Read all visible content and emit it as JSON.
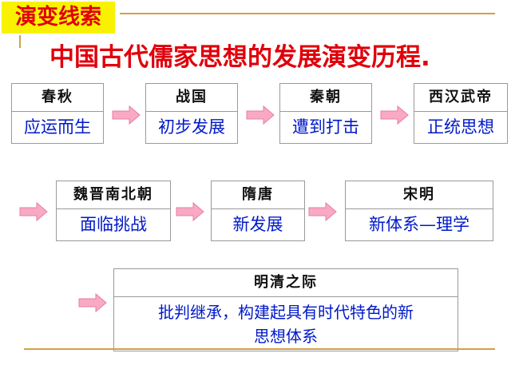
{
  "header": {
    "tag": "演变线索",
    "title": "中国古代儒家思想的发展演变历程."
  },
  "stages": [
    {
      "period": "春秋",
      "desc": "应运而生"
    },
    {
      "period": "战国",
      "desc": "初步发展"
    },
    {
      "period": "秦朝",
      "desc": "遭到打击"
    },
    {
      "period": "西汉武帝",
      "desc": "正统思想"
    },
    {
      "period": "魏晋南北朝",
      "desc": "面临挑战"
    },
    {
      "period": "隋唐",
      "desc": "新发展"
    },
    {
      "period": "宋明",
      "desc": "新体系—理学"
    },
    {
      "period": "明清之际",
      "desc_line1": "批判继承，构建起具有时代特色的新",
      "desc_line2": "思想体系"
    }
  ],
  "colors": {
    "tag_bg": "#f8f200",
    "title": "#e0000b",
    "desc_text": "#0019c8",
    "arrow_fill": "#f9a9c4",
    "arrow_stroke": "#e57fa3",
    "rule_line": "#d4a043"
  },
  "icons": {
    "connector": "right-arrow-icon"
  }
}
